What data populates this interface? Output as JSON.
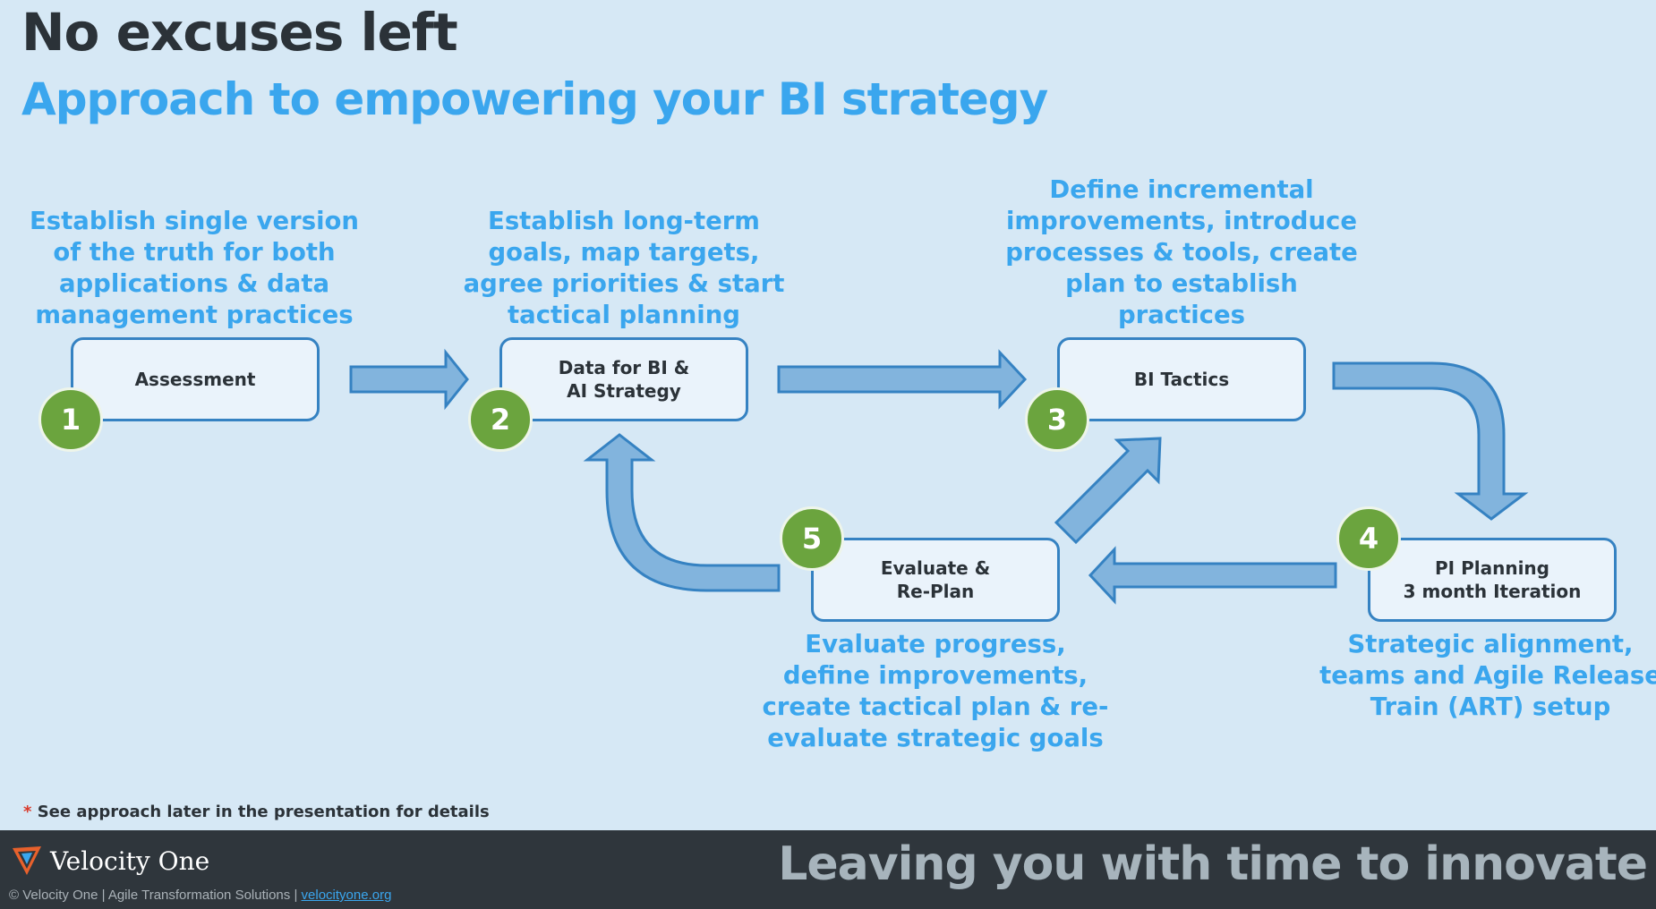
{
  "header": {
    "title": "No excuses left",
    "subtitle": "Approach to empowering your BI strategy"
  },
  "steps": [
    {
      "number": "1",
      "label": "Assessment",
      "description": "Establish single version\nof the truth for both\napplications & data\nmanagement practices"
    },
    {
      "number": "2",
      "label": "Data for BI &\nAI Strategy",
      "description": "Establish long-term\ngoals, map targets,\nagree priorities & start\ntactical planning"
    },
    {
      "number": "3",
      "label": "BI Tactics",
      "description": "Define incremental\nimprovements, introduce\nprocesses & tools, create\nplan to establish\npractices"
    },
    {
      "number": "4",
      "label": "PI Planning\n3 month Iteration",
      "description": "Strategic alignment,\nteams and Agile Release\nTrain (ART) setup"
    },
    {
      "number": "5",
      "label": "Evaluate &\nRe-Plan",
      "description": "Evaluate progress,\ndefine improvements,\ncreate tactical plan & re-\nevaluate strategic goals"
    }
  ],
  "footnote": {
    "star": "*",
    "text": "See approach later in the presentation for details"
  },
  "footer": {
    "brand": "Velocity One",
    "copyright": "© Velocity One | Agile Transformation Solutions |",
    "link": "velocityone.org",
    "tagline": "Leaving you with time to innovate"
  },
  "colors": {
    "background": "#d6e8f5",
    "accent_blue": "#3aa6ee",
    "arrow_fill": "#82b4dd",
    "arrow_stroke": "#3582c2",
    "badge_green": "#6ba43e",
    "footer_bg": "#2f363c",
    "title_dark": "#2b3238"
  }
}
